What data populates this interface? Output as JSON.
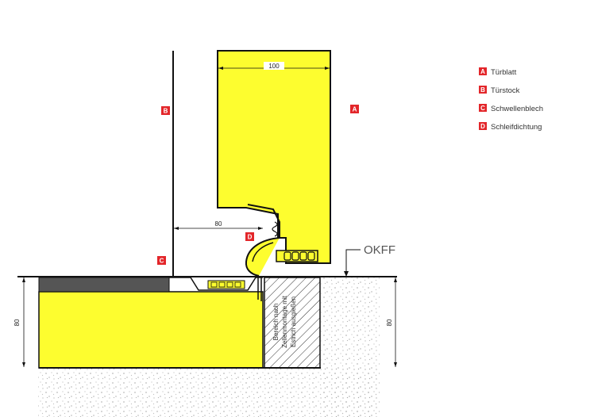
{
  "colors": {
    "fill_yellow": "#fdfd2f",
    "tag_red": "#e3262a",
    "line": "#111111",
    "floor_dark": "#555555"
  },
  "legend": [
    {
      "letter": "A",
      "label": "Türblatt"
    },
    {
      "letter": "B",
      "label": "Türstock"
    },
    {
      "letter": "C",
      "label": "Schwellenblech"
    },
    {
      "letter": "D",
      "label": "Schleifdichtung"
    }
  ],
  "tags": {
    "door_leaf": "A",
    "frame": "B",
    "threshold_plate": "C",
    "seal": "D"
  },
  "dimensions": {
    "door_width": "100",
    "frame_gap": "80",
    "left_height": "80",
    "right_height": "80"
  },
  "level_label": "OKFF",
  "note_lines": [
    "Bereich nach",
    "Zellenmontage mit",
    "Estrich ausgießen"
  ]
}
